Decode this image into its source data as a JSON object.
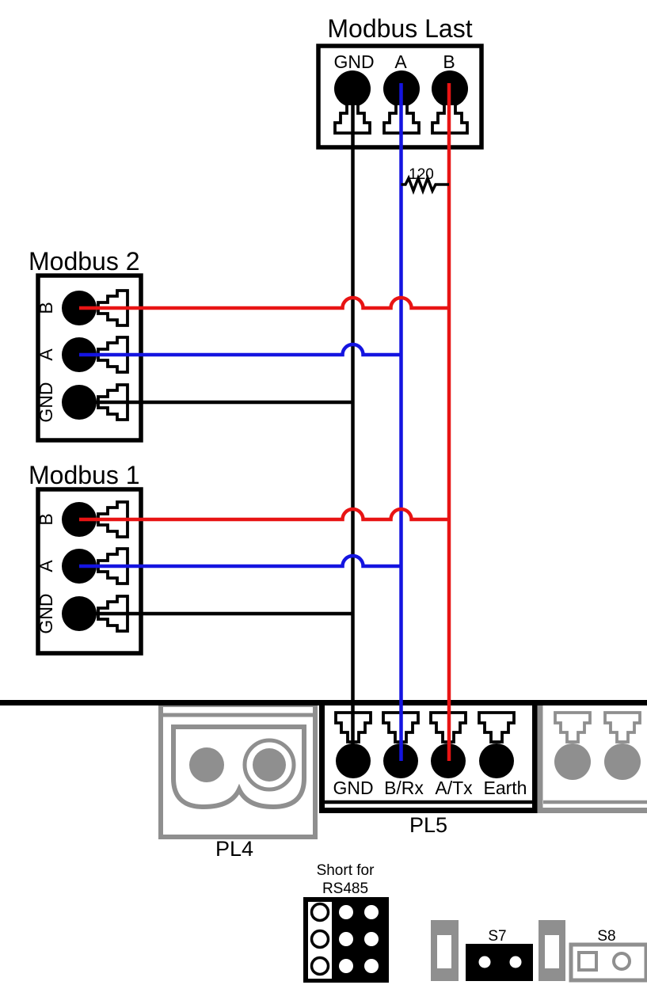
{
  "colors": {
    "wire_red": "#e81414",
    "wire_blue": "#1414e0",
    "wire_black": "#000000",
    "connector_gray": "#8f8f8f"
  },
  "modbus_last": {
    "title": "Modbus Last",
    "terminals": [
      "GND",
      "A",
      "B"
    ]
  },
  "termination_resistor": {
    "value": "120"
  },
  "modbus_2": {
    "title": "Modbus 2",
    "terminals": [
      "B",
      "A",
      "GND"
    ]
  },
  "modbus_1": {
    "title": "Modbus 1",
    "terminals": [
      "B",
      "A",
      "GND"
    ]
  },
  "pl4": {
    "label": "PL4"
  },
  "pl5": {
    "label": "PL5",
    "terminals": [
      "GND",
      "B/Rx",
      "A/Tx",
      "Earth"
    ]
  },
  "rs485_jumpers": {
    "caption_line1": "Short for",
    "caption_line2": "RS485"
  },
  "s7_jumper": {
    "label": "S7"
  },
  "s8_jumper": {
    "label": "S8"
  }
}
